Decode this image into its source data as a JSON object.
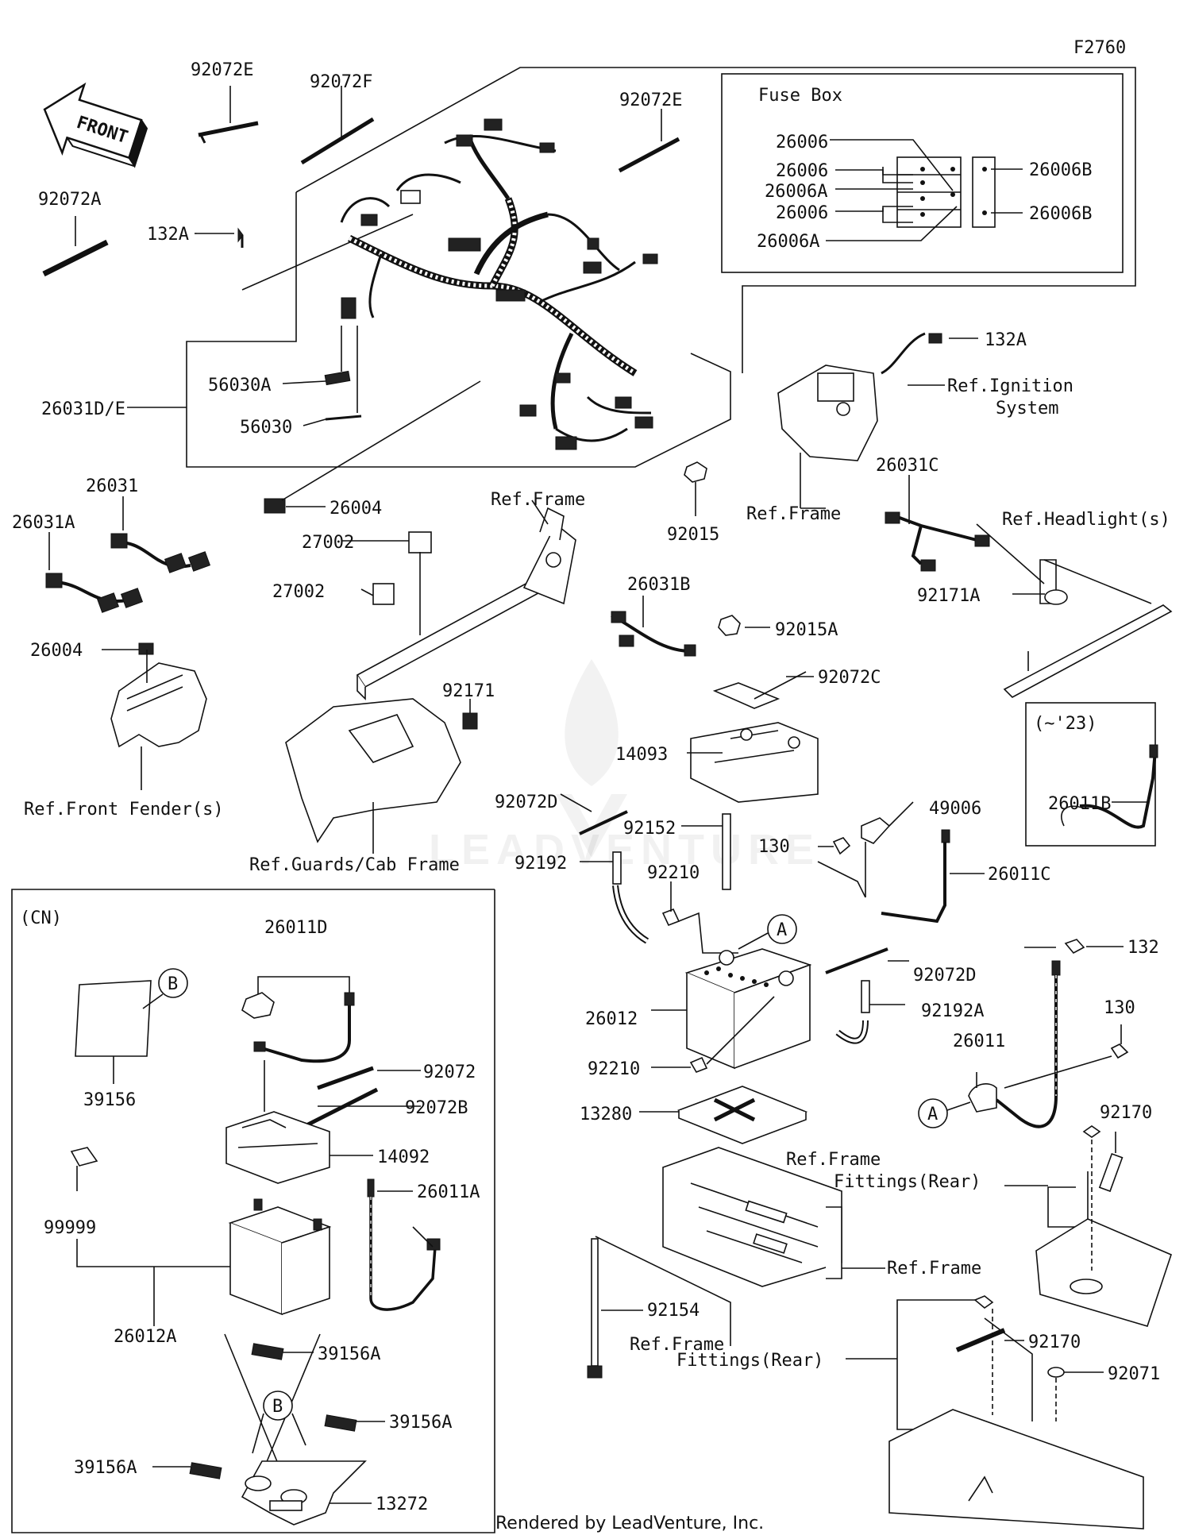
{
  "diagram_code": "F2760",
  "front_label": "FRONT",
  "fuse_box_title": "Fuse Box",
  "cn_title": "(CN)",
  "year_note": "(~'23)",
  "watermark": "LEADVENTURE",
  "credit": "Rendered by LeadVenture, Inc.",
  "callout_a": "A",
  "callout_b": "B",
  "parts": [
    {
      "id": "p1",
      "text": "92072E"
    },
    {
      "id": "p2",
      "text": "92072F"
    },
    {
      "id": "p3",
      "text": "92072E"
    },
    {
      "id": "p4",
      "text": "92072A"
    },
    {
      "id": "p5",
      "text": "132A"
    },
    {
      "id": "p6",
      "text": "26006"
    },
    {
      "id": "p7",
      "text": "26006"
    },
    {
      "id": "p8",
      "text": "26006A"
    },
    {
      "id": "p9",
      "text": "26006"
    },
    {
      "id": "p10",
      "text": "26006A"
    },
    {
      "id": "p11",
      "text": "26006B"
    },
    {
      "id": "p12",
      "text": "26006B"
    },
    {
      "id": "p13",
      "text": "56030A"
    },
    {
      "id": "p14",
      "text": "26031D/E"
    },
    {
      "id": "p15",
      "text": "56030"
    },
    {
      "id": "p16",
      "text": "132A"
    },
    {
      "id": "p17",
      "text": "Ref.Ignition"
    },
    {
      "id": "p18",
      "text": "System"
    },
    {
      "id": "p19",
      "text": "26004"
    },
    {
      "id": "p20",
      "text": "26031"
    },
    {
      "id": "p21",
      "text": "26031A"
    },
    {
      "id": "p22",
      "text": "27002"
    },
    {
      "id": "p23",
      "text": "Ref.Frame"
    },
    {
      "id": "p24",
      "text": "92015"
    },
    {
      "id": "p25",
      "text": "Ref.Frame"
    },
    {
      "id": "p26",
      "text": "26031C"
    },
    {
      "id": "p27",
      "text": "Ref.Headlight(s)"
    },
    {
      "id": "p28",
      "text": "27002"
    },
    {
      "id": "p29",
      "text": "26031B"
    },
    {
      "id": "p30",
      "text": "92015A"
    },
    {
      "id": "p31",
      "text": "92171A"
    },
    {
      "id": "p32",
      "text": "26004"
    },
    {
      "id": "p33",
      "text": "92072C"
    },
    {
      "id": "p34",
      "text": "92171"
    },
    {
      "id": "p35",
      "text": "14093"
    },
    {
      "id": "p36",
      "text": "26011B"
    },
    {
      "id": "p37",
      "text": "92072D"
    },
    {
      "id": "p38",
      "text": "Ref.Front Fender(s)"
    },
    {
      "id": "p39",
      "text": "92152"
    },
    {
      "id": "p40",
      "text": "49006"
    },
    {
      "id": "p41",
      "text": "130"
    },
    {
      "id": "p42",
      "text": "Ref.Guards/Cab Frame"
    },
    {
      "id": "p43",
      "text": "92192"
    },
    {
      "id": "p44",
      "text": "92210"
    },
    {
      "id": "p45",
      "text": "26011C"
    },
    {
      "id": "p46",
      "text": "26011D"
    },
    {
      "id": "p47",
      "text": "92072D"
    },
    {
      "id": "p48",
      "text": "132"
    },
    {
      "id": "p49",
      "text": "26012"
    },
    {
      "id": "p50",
      "text": "92192A"
    },
    {
      "id": "p51",
      "text": "130"
    },
    {
      "id": "p52",
      "text": "92072"
    },
    {
      "id": "p53",
      "text": "39156"
    },
    {
      "id": "p54",
      "text": "26011"
    },
    {
      "id": "p55",
      "text": "92210"
    },
    {
      "id": "p56",
      "text": "92072B"
    },
    {
      "id": "p57",
      "text": "13280"
    },
    {
      "id": "p58",
      "text": "92170"
    },
    {
      "id": "p59",
      "text": "14092"
    },
    {
      "id": "p60",
      "text": "Ref.Frame"
    },
    {
      "id": "p61",
      "text": "Fittings(Rear)"
    },
    {
      "id": "p62",
      "text": "26011A"
    },
    {
      "id": "p63",
      "text": "99999"
    },
    {
      "id": "p64",
      "text": "Ref.Frame"
    },
    {
      "id": "p65",
      "text": "26012A"
    },
    {
      "id": "p66",
      "text": "92154"
    },
    {
      "id": "p67",
      "text": "39156A"
    },
    {
      "id": "p68",
      "text": "Ref.Frame"
    },
    {
      "id": "p69",
      "text": "92170"
    },
    {
      "id": "p70",
      "text": "Fittings(Rear)"
    },
    {
      "id": "p71",
      "text": "92071"
    },
    {
      "id": "p72",
      "text": "39156A"
    },
    {
      "id": "p73",
      "text": "39156A"
    },
    {
      "id": "p74",
      "text": "13272"
    }
  ]
}
